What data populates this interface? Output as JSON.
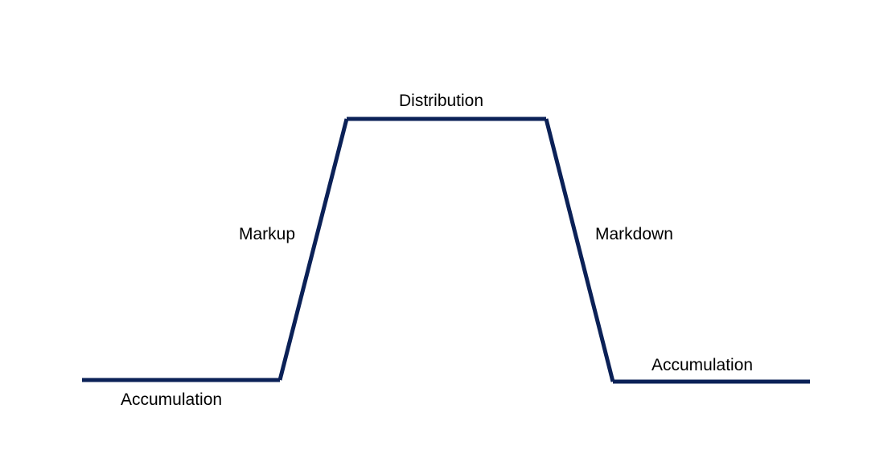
{
  "colors": {
    "line": "#0b2157",
    "text": "#000000",
    "background": "#ffffff"
  },
  "labels": {
    "accumulation_start": "Accumulation",
    "markup": "Markup",
    "distribution": "Distribution",
    "markdown": "Markdown",
    "accumulation_end": "Accumulation"
  }
}
